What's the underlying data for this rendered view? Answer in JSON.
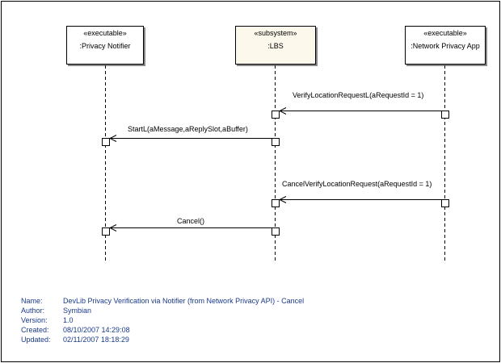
{
  "lifelines": [
    {
      "stereotype": "«executable»",
      "name": ":Privacy Notifier"
    },
    {
      "stereotype": "«subsystem»",
      "name": ":LBS"
    },
    {
      "stereotype": "«executable»",
      "name": ":Network Privacy App"
    }
  ],
  "messages": [
    {
      "label": "VerifyLocationRequestL(aRequestId = 1)",
      "from": ":Network Privacy App",
      "to": ":LBS"
    },
    {
      "label": "StartL(aMessage,aReplySlot,aBuffer)",
      "from": ":LBS",
      "to": ":Privacy Notifier"
    },
    {
      "label": "CancelVerifyLocationRequest(aRequestId = 1)",
      "from": ":Network Privacy App",
      "to": ":LBS"
    },
    {
      "label": "Cancel()",
      "from": ":LBS",
      "to": ":Privacy Notifier"
    }
  ],
  "details": {
    "name_key": "Name:",
    "name": "DevLib Privacy Verification via Notifier (from Network Privacy API) - Cancel",
    "author_key": "Author:",
    "author": "Symbian",
    "version_key": "Version:",
    "version": "1.0",
    "created_key": "Created:",
    "created": "08/10/2007 14:29:08",
    "updated_key": "Updated:",
    "updated": "02/11/2007 18:18:29"
  },
  "colors": {
    "subsystem_fill": "#fcf8ec",
    "details_text": "#1a3a8a",
    "line": "#000000"
  }
}
